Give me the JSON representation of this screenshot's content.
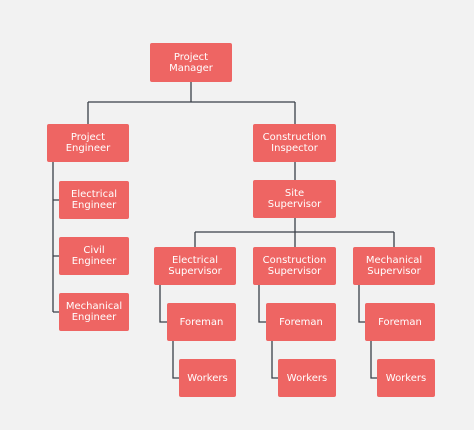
{
  "org_chart": {
    "nodes": {
      "project_manager": "Project\nManager",
      "project_engineer": "Project\nEngineer",
      "construction_inspector": "Construction\nInspector",
      "electrical_engineer": "Electrical\nEngineer",
      "civil_engineer": "Civil\nEngineer",
      "mechanical_engineer": "Mechanical\nEngineer",
      "site_supervisor": "Site\nSupervisor",
      "electrical_supervisor": "Electrical\nSupervisor",
      "construction_supervisor": "Construction\nSupervisor",
      "mechanical_supervisor": "Mechanical\nSupervisor",
      "foreman_1": "Foreman",
      "foreman_2": "Foreman",
      "foreman_3": "Foreman",
      "workers_1": "Workers",
      "workers_2": "Workers",
      "workers_3": "Workers"
    },
    "colors": {
      "node_fill": "#ee6563",
      "node_text": "#ffffff",
      "connector": "#3a3f48",
      "background": "#f2f2f2"
    }
  }
}
